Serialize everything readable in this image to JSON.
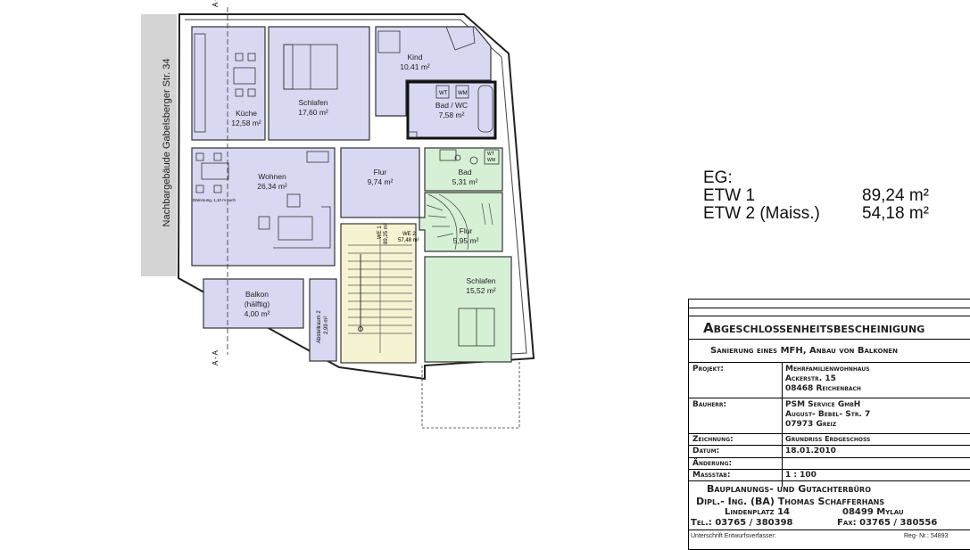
{
  "plan": {
    "street_label": "Nachbargebäude Gabelsberger Str. 34",
    "section_label": "A - A",
    "rooms": {
      "kueche": {
        "name": "Küche",
        "area": "12,58 m²"
      },
      "schlafen1": {
        "name": "Schlafen",
        "area": "17,60 m²"
      },
      "kind": {
        "name": "Kind",
        "area": "10,41 m²"
      },
      "bad_wc": {
        "name": "Bad / WC",
        "area": "7,58 m²"
      },
      "wohnen": {
        "name": "Wohnen",
        "area": "26,34 m²"
      },
      "flur1": {
        "name": "Flur",
        "area": "9,74 m²"
      },
      "bad2": {
        "name": "Bad",
        "area": "5,31 m²"
      },
      "flur2": {
        "name": "Flur",
        "area": "5,95 m²"
      },
      "schlafen2": {
        "name": "Schlafen",
        "area": "15,52 m²"
      },
      "balkon": {
        "name": "Balkon",
        "note": "(hälftig)",
        "area": "4,00 m²"
      },
      "abstell": {
        "name": "Abstellraum 2",
        "area": "2,99 m²"
      }
    },
    "labels": {
      "we1_name": "WE 1",
      "we1_area": "89,25 m²",
      "we2_name": "WE 2",
      "we2_area": "57,48 m²",
      "daemmung": "Dämmung, 1,10 m hoch",
      "wt": "WT",
      "wm": "WM"
    }
  },
  "summary": {
    "header": "EG:",
    "rows": [
      {
        "label": "ETW 1",
        "value": "89,24 m²"
      },
      {
        "label": "ETW 2 (Maiss.)",
        "value": "54,18 m²"
      }
    ]
  },
  "title_block": {
    "title": "Abgeschlossenheitsbescheinigung",
    "subtitle": "Sanierung eines MFH, Anbau von Balkonen",
    "projekt_label": "Projekt:",
    "projekt_lines": [
      "Mehrfamilienwohnhaus",
      "Ackerstr. 15",
      "08468 Reichenbach"
    ],
    "bauherr_label": "Bauherr:",
    "bauherr_lines": [
      "PSM Service GmbH",
      "August- Bebel- Str. 7",
      "07973 Greiz"
    ],
    "zeichnung_label": "Zeichnung:",
    "zeichnung_value": "Grundriss Erdgeschoss",
    "datum_label": "Datum:",
    "datum_value": "18.01.2010",
    "aenderung_label": "Änderung:",
    "massstab_label": "Massstab:",
    "massstab_value": "1 : 100",
    "office_lines": [
      "Bauplanungs- und Gutachterbüro",
      "Dipl.- Ing. (BA) Thomas Schafferhans"
    ],
    "address_street": "Lindenplatz 14",
    "address_city": "08499 Mylau",
    "phone": "Tel.: 03765 / 380398",
    "fax": "Fax: 03765 / 380556",
    "signature_label": "Unterschrift Entwurfsverfasser:",
    "reg_nr": "Reg- Nr.: 54893"
  }
}
